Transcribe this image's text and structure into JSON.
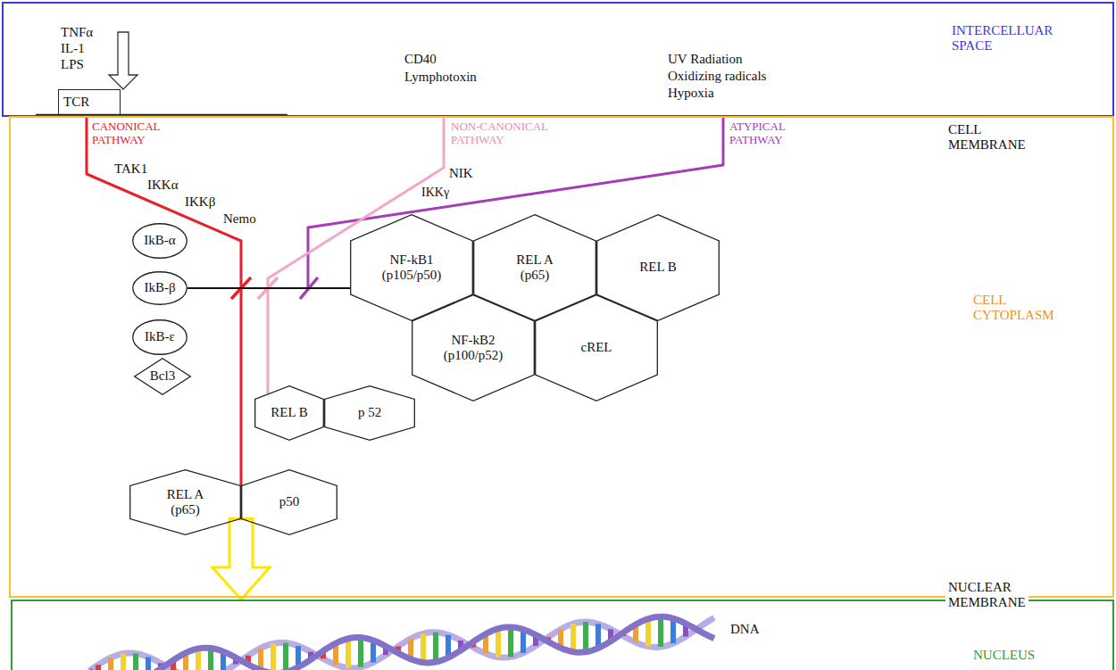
{
  "diagram": {
    "nodes": [
      {
        "text": [
          "INTERCELLUAR SPACE"
        ]
      },
      {
        "text": [
          "TCR"
        ],
        "in": 0
      },
      {
        "text": [
          "CELL CYTOPLASM"
        ]
      },
      {
        "text": [
          "IkB-α"
        ],
        "in": 2
      },
      {
        "text": [
          "NF-kB1 (p105/p50)"
        ],
        "in": 2
      },
      {
        "text": [
          "REL A (p65)"
        ],
        "in": 2
      },
      {
        "text": [
          "REL B"
        ],
        "in": 2
      },
      {
        "text": [
          "IkB-β"
        ],
        "in": 2
      },
      {
        "text": [
          "IkB-ε"
        ],
        "in": 2
      },
      {
        "text": [
          "NF-kB2 (p100/p52)"
        ],
        "in": 2
      },
      {
        "text": [
          "cREL"
        ],
        "in": 2
      },
      {
        "text": [
          "Bcl3"
        ],
        "in": 2
      },
      {
        "text": [
          "REL B"
        ],
        "in": 2
      },
      {
        "text": [
          "p 52"
        ],
        "in": 2
      },
      {
        "text": [
          "REL A (p65)"
        ],
        "in": 2
      },
      {
        "text": [
          "p50"
        ],
        "in": 2
      },
      {
        "text": [
          "NUCLEUS"
        ]
      }
    ],
    "edges": [
      {
        "from": 1,
        "to": 14,
        "arrow": "none"
      },
      {
        "from": 2,
        "to": 12,
        "arrow": "none"
      },
      {
        "from": 7,
        "to": 4,
        "arrow": "none"
      },
      {
        "from": 15,
        "to": 16,
        "arrow": "to"
      }
    ],
    "labels": [
      "TNFα",
      "IL-1",
      "LPS",
      "CD40",
      "Lymphotoxin",
      "UV Radiation",
      "Oxidizing radicals",
      "Hypoxia",
      "CELL MEMBRANE",
      "CANONICAL PATHWAY",
      "NON-CANONICAL PATHWAY",
      "ATYPICAL PATHWAY",
      "TAK1",
      "NIK",
      "IKKα",
      "IKKγ",
      "IKKβ",
      "Nemo",
      "NUCLEAR MEMBRANE",
      "DNA"
    ]
  }
}
